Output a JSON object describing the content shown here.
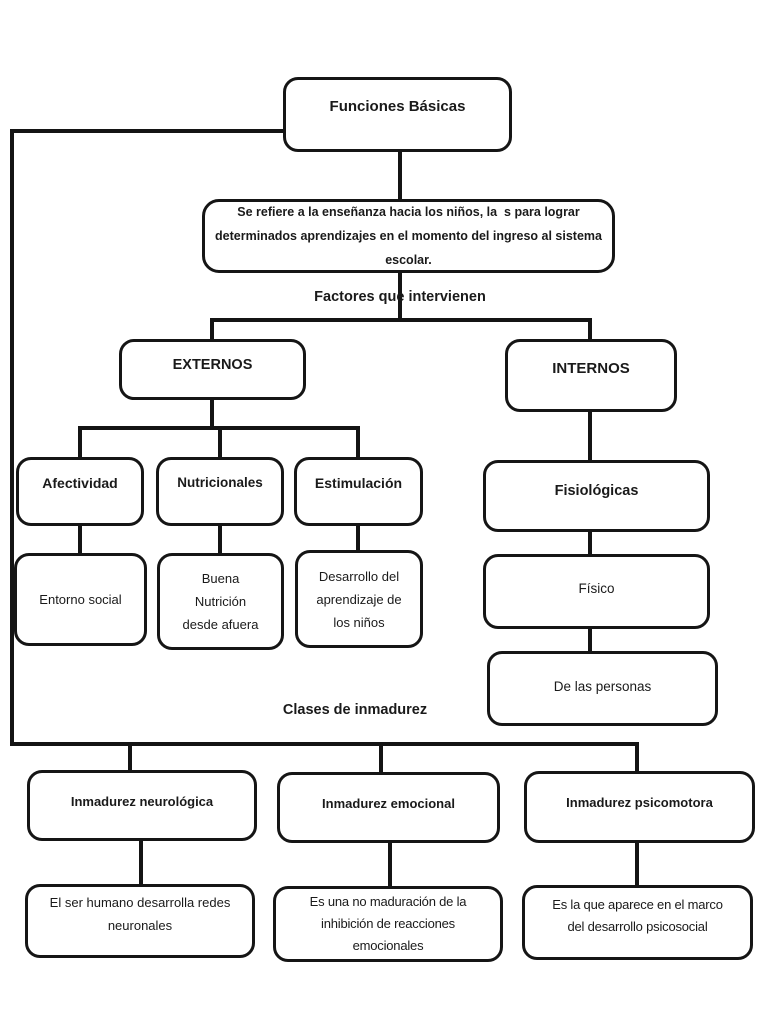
{
  "root": {
    "title": "Funciones Básicas",
    "description": "Se refiere a la enseñanza hacia los niños, la  s para lograr\ndeterminados aprendizajes en el momento del ingreso al sistema\nescolar."
  },
  "labels": {
    "factores": "Factores que intervienen",
    "clases": "Clases de inmadurez"
  },
  "externos": {
    "label": "EXTERNOS",
    "children": [
      {
        "label": "Afectividad",
        "detail": "Entorno social"
      },
      {
        "label": "Nutricionales",
        "detail": "Buena\nNutrición\ndesde afuera"
      },
      {
        "label": "Estimulación",
        "detail": "Desarrollo del\naprendizaje de\nlos niños"
      }
    ]
  },
  "internos": {
    "label": "INTERNOS",
    "chain": [
      "Fisiológicas",
      "Físico",
      "De las personas"
    ]
  },
  "inmadurez": {
    "items": [
      {
        "label": "Inmadurez neurológica",
        "detail": "El ser humano desarrolla redes\nneuronales"
      },
      {
        "label": "Inmadurez emocional",
        "detail": "Es una no maduración de la\ninhibición de reacciones\nemocionales"
      },
      {
        "label": "Inmadurez psicomotora",
        "detail": "Es la que aparece en el marco\ndel desarrollo psicosocial"
      }
    ]
  }
}
